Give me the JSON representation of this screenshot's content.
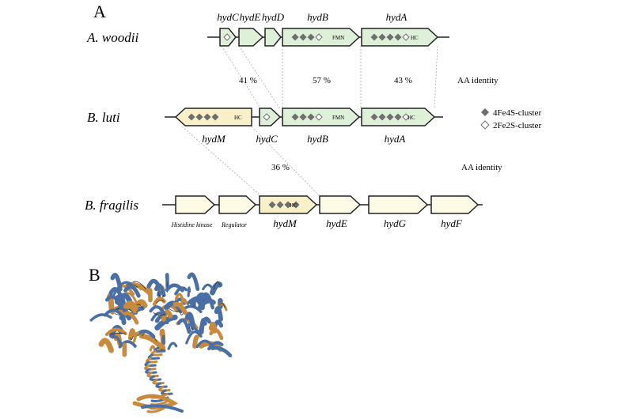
{
  "panels": {
    "a": "A",
    "b": "B"
  },
  "organisms": [
    {
      "name": "A. woodii",
      "genes": [
        {
          "label": "hydC",
          "fill": "#dff0d8",
          "filled": 0,
          "open": 1,
          "tag": ""
        },
        {
          "label": "hydE",
          "fill": "#dff0d8",
          "filled": 0,
          "open": 0,
          "tag": ""
        },
        {
          "label": "hydD",
          "fill": "#dff0d8",
          "filled": 0,
          "open": 0,
          "tag": ""
        },
        {
          "label": "hydB",
          "fill": "#dff0d8",
          "filled": 3,
          "open": 1,
          "tag": "FMN"
        },
        {
          "label": "hydA",
          "fill": "#dff0d8",
          "filled": 4,
          "open": 1,
          "tag": "HC"
        }
      ]
    },
    {
      "name": "B. luti",
      "genes": [
        {
          "label": "hydM",
          "fill": "#f8f0c8",
          "filled": 4,
          "open": 0,
          "tag": "HC"
        },
        {
          "label": "hydC",
          "fill": "#dff0d8",
          "filled": 0,
          "open": 1,
          "tag": ""
        },
        {
          "label": "hydB",
          "fill": "#dff0d8",
          "filled": 3,
          "open": 1,
          "tag": "FMN"
        },
        {
          "label": "hydA",
          "fill": "#dff0d8",
          "filled": 4,
          "open": 1,
          "tag": "HC"
        }
      ]
    },
    {
      "name": "B. fragilis",
      "genes": [
        {
          "label": "Histidine kinase",
          "fill": "#fdfbe6",
          "filled": 0,
          "open": 0,
          "tag": ""
        },
        {
          "label": "Regulator",
          "fill": "#fdfbe6",
          "filled": 0,
          "open": 0,
          "tag": ""
        },
        {
          "label": "hydM",
          "fill": "#f8f0c8",
          "filled": 4,
          "open": 0,
          "tag": "HC"
        },
        {
          "label": "hydE",
          "fill": "#fdfbe6",
          "filled": 0,
          "open": 0,
          "tag": ""
        },
        {
          "label": "hydG",
          "fill": "#fdfbe6",
          "filled": 0,
          "open": 0,
          "tag": ""
        },
        {
          "label": "hydF",
          "fill": "#fdfbe6",
          "filled": 0,
          "open": 0,
          "tag": ""
        }
      ]
    }
  ],
  "identity": {
    "values": [
      "41 %",
      "57 %",
      "43 %",
      "36 %"
    ],
    "label_1": "AA identity",
    "label_2": "AA identity"
  },
  "legend": {
    "filled": "4Fe4S-cluster",
    "open": "2Fe2S-cluster",
    "diamond_color": "#6e6e6e"
  },
  "colors": {
    "blue": "#4a6fa5",
    "orange": "#c88a3c"
  }
}
